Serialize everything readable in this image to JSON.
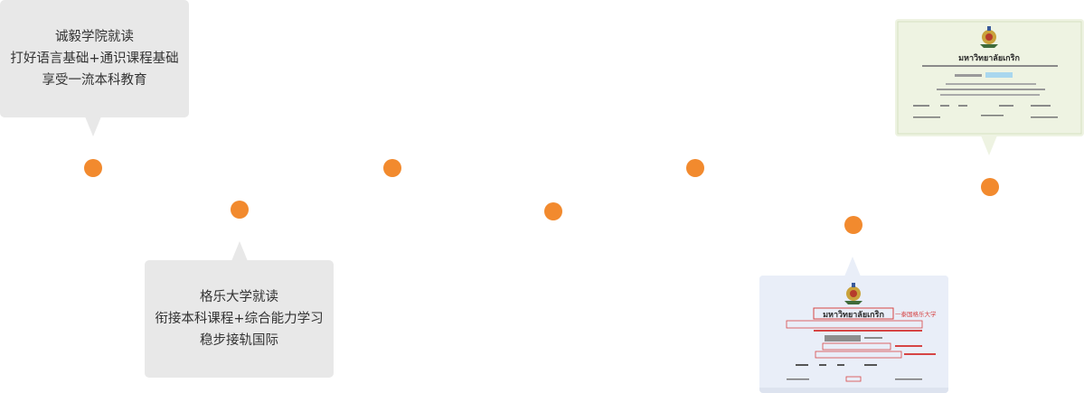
{
  "timeline": {
    "accent_color": "#f28a2e",
    "bubble_color": "#e8e8e8",
    "stage1": {
      "lines": [
        "诚毅学院就读",
        "打好语言基础+通识课程基础",
        "享受一流本科教育"
      ]
    },
    "stage2": {
      "lines": [
        "格乐大学就读",
        "衔接本科课程+综合能力学习",
        "稳步接轨国际"
      ]
    },
    "certificate_top": {
      "title": "มหาวิทยาลัยเกริก",
      "icon": "university-crest-icon"
    },
    "certificate_bottom": {
      "title": "มหาวิทยาลัยเกริก",
      "annotation": "一泰国格乐大学",
      "icon": "university-crest-icon"
    }
  }
}
